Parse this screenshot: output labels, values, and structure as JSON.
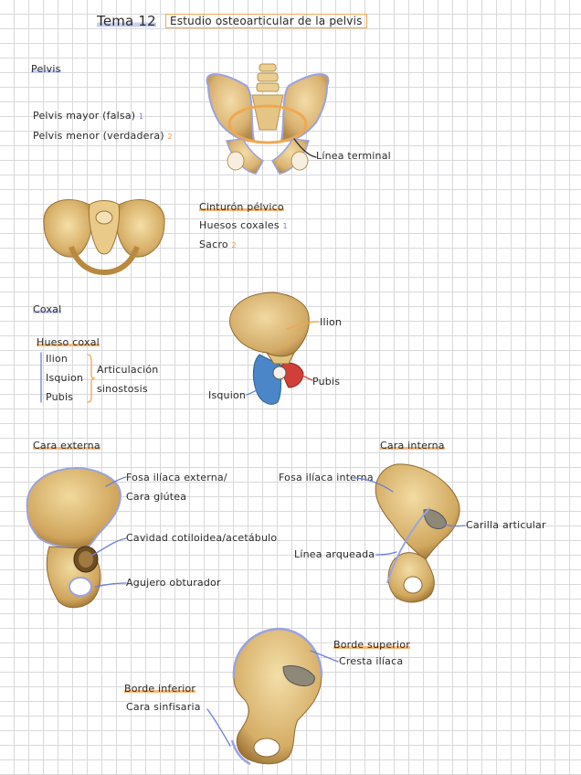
{
  "title": {
    "label": "Tema 12",
    "subtitle": "Estudio osteoarticular de la pelvis"
  },
  "pelvis": {
    "heading": "Pelvis",
    "mayor": "Pelvis mayor (falsa)",
    "mayor_num": "1",
    "menor": "Pelvis menor (verdadera)",
    "menor_num": "2",
    "linea_terminal": "Línea terminal"
  },
  "cinturon": {
    "heading": "Cinturón pélvico",
    "coxales": "Huesos coxales",
    "coxales_num": "1",
    "sacro": "Sacro",
    "sacro_num": "2"
  },
  "coxal": {
    "heading": "Coxal",
    "hueso": "Hueso coxal",
    "ilion": "Ilion",
    "isquion": "Isquion",
    "pubis": "Pubis",
    "articulacion": "Articulación",
    "sinostosis": "sinostosis",
    "label_ilion": "Ilion",
    "label_pubis": "Pubis",
    "label_isquion": "Isquion"
  },
  "cara_externa": {
    "heading": "Cara externa",
    "fosa": "Fosa ilíaca externa/",
    "fosa2": "Cara glútea",
    "cavidad": "Cavidad cotiloidea/acetábulo",
    "agujero": "Agujero obturador"
  },
  "cara_interna": {
    "heading": "Cara interna",
    "fosa": "Fosa ilíaca interna",
    "carilla": "Carilla articular",
    "linea": "Línea arqueada"
  },
  "bordes": {
    "superior": "Borde superior",
    "cresta": "Cresta ilíaca",
    "inferior": "Borde inferior",
    "sinfisaria": "Cara sinfisaria"
  }
}
